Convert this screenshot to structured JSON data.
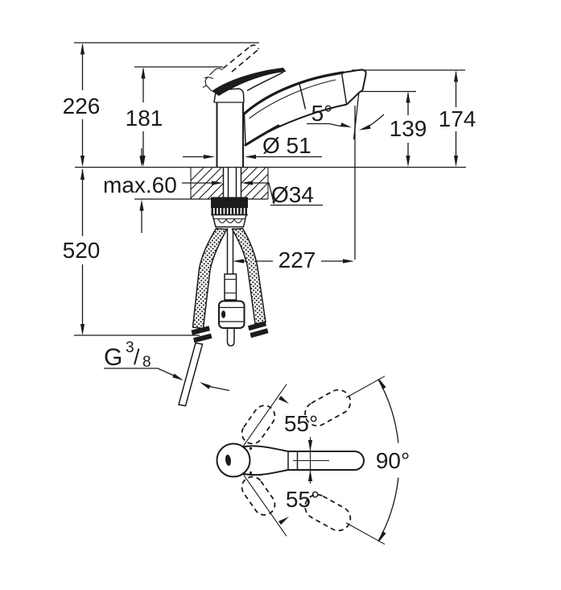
{
  "page": {
    "background": "#ffffff",
    "line_color": "#1b1b1b"
  },
  "side_view": {
    "overall_height": "226",
    "body_height": "181",
    "spout_angle": "5°",
    "outlet_height": "139",
    "tip_height": "174",
    "base_diameter": "Ø 51",
    "counter_thickness": "max.60",
    "shank_diameter": "Ø34",
    "hose_length": "520",
    "reach": "227",
    "thread": {
      "letter": "G",
      "numerator": "3",
      "slash": "/",
      "denominator": "8"
    }
  },
  "top_view": {
    "swing_up": "55°",
    "swing_down": "55°",
    "swivel_range": "90°"
  }
}
